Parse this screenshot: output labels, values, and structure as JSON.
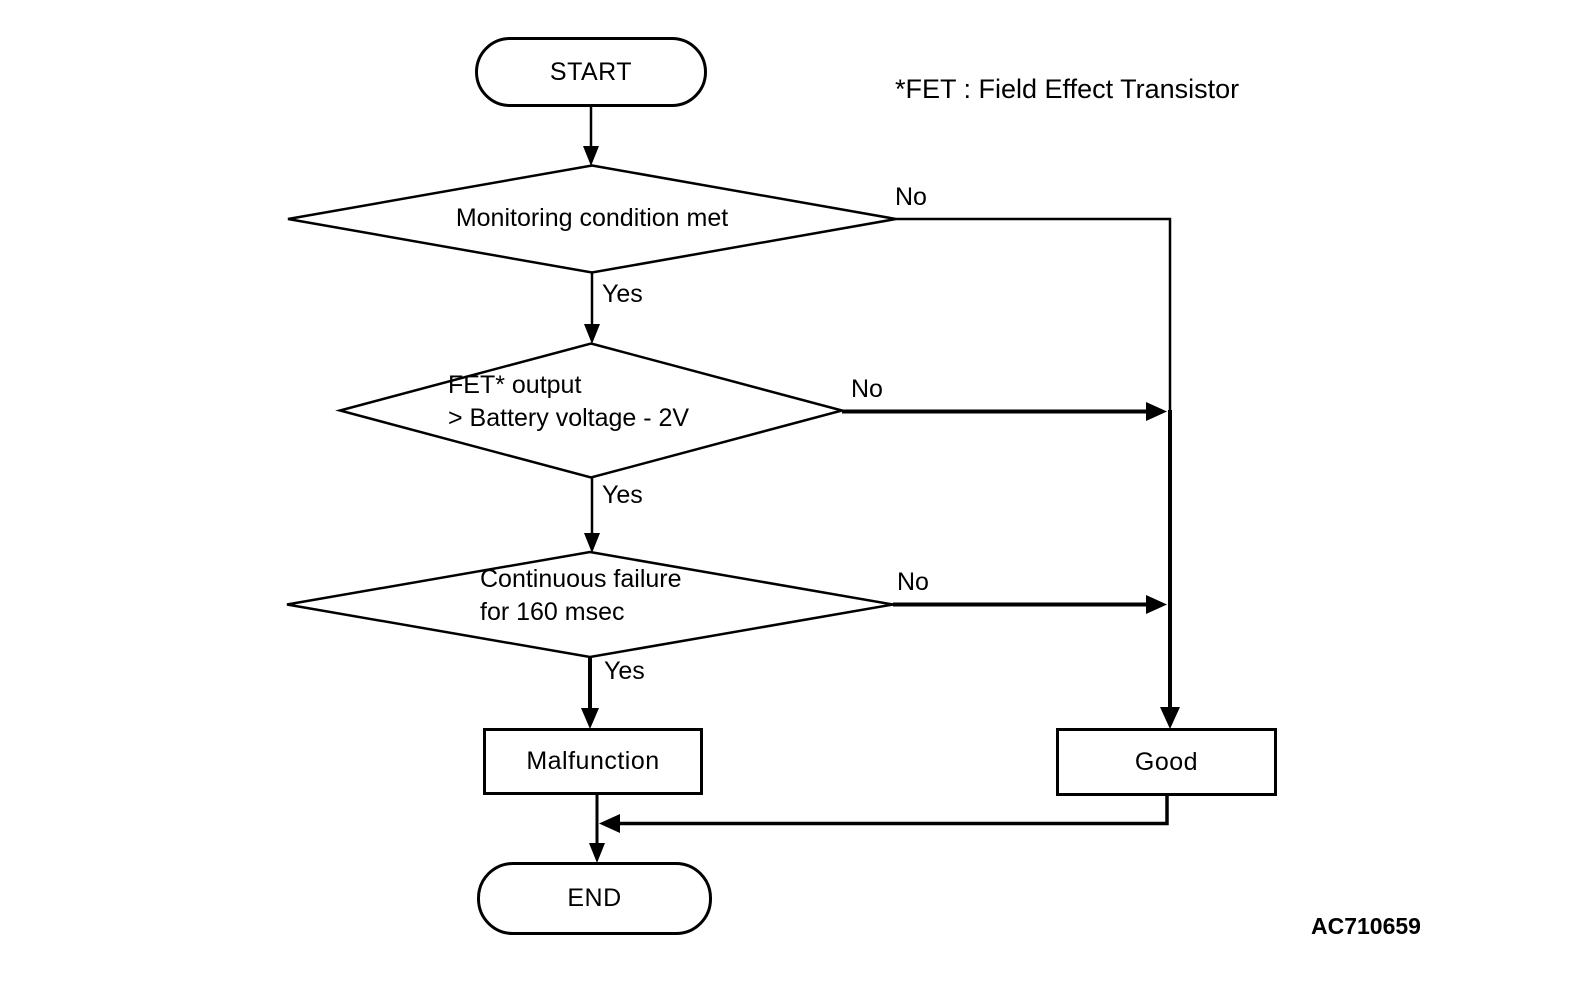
{
  "note": "*FET : Field Effect Transistor",
  "figure_code": "AC710659",
  "nodes": {
    "start": {
      "type": "terminator",
      "label": "START"
    },
    "decision1": {
      "type": "decision",
      "label": "Monitoring condition met"
    },
    "decision2": {
      "type": "decision",
      "line1": "FET* output",
      "line2": "> Battery voltage - 2V"
    },
    "decision3": {
      "type": "decision",
      "line1": "Continuous failure",
      "line2": "for 160 msec"
    },
    "malfunction": {
      "type": "process",
      "label": "Malfunction"
    },
    "good": {
      "type": "process",
      "label": "Good"
    },
    "end": {
      "type": "terminator",
      "label": "END"
    }
  },
  "edge_labels": {
    "decision1_yes": "Yes",
    "decision1_no": "No",
    "decision2_yes": "Yes",
    "decision2_no": "No",
    "decision3_yes": "Yes",
    "decision3_no": "No"
  },
  "edges": [
    {
      "from": "start",
      "to": "decision1",
      "label": ""
    },
    {
      "from": "decision1",
      "to": "decision2",
      "label": "Yes"
    },
    {
      "from": "decision1",
      "to": "good",
      "label": "No"
    },
    {
      "from": "decision2",
      "to": "decision3",
      "label": "Yes"
    },
    {
      "from": "decision2",
      "to": "good",
      "label": "No"
    },
    {
      "from": "decision3",
      "to": "malfunction",
      "label": "Yes"
    },
    {
      "from": "decision3",
      "to": "good",
      "label": "No"
    },
    {
      "from": "malfunction",
      "to": "end",
      "label": ""
    },
    {
      "from": "good",
      "to": "end",
      "label": ""
    }
  ],
  "colors": {
    "line": "#000000",
    "background": "#ffffff"
  }
}
